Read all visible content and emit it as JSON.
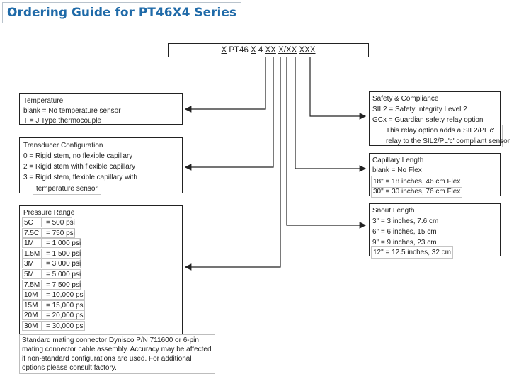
{
  "title": "Ordering Guide for PT46X4 Series",
  "code": {
    "parts": [
      "X",
      " PT46 ",
      "X",
      " 4 ",
      "XX",
      " ",
      "X/XX",
      " ",
      "XXX"
    ]
  },
  "temperature": {
    "heading": "Temperature",
    "lines": [
      "blank = No temperature sensor",
      "T       = J Type thermocouple"
    ]
  },
  "transducer": {
    "heading": "Transducer Configuration",
    "lines": [
      "0 = Rigid stem, no flexible capillary",
      "2 = Rigid stem with flexible capillary",
      "3 = Rigid stem, flexible capillary with",
      "temperature sensor"
    ]
  },
  "pressure": {
    "heading": "Pressure Range",
    "rows": [
      {
        "code": "5C",
        "value": "= 500 psi"
      },
      {
        "code": "7.5C",
        "value": "= 750 psi"
      },
      {
        "code": "1M",
        "value": "= 1,000 psi"
      },
      {
        "code": "1.5M",
        "value": "= 1,500 psi"
      },
      {
        "code": "3M",
        "value": "= 3,000 psi"
      },
      {
        "code": "5M",
        "value": "= 5,000 psi"
      },
      {
        "code": "7.5M",
        "value": "= 7,500 psi"
      },
      {
        "code": "10M",
        "value": "= 10,000 psi"
      },
      {
        "code": "15M",
        "value": "= 15,000 psi"
      },
      {
        "code": "20M",
        "value": "= 20,000 psi"
      },
      {
        "code": "30M",
        "value": "= 30,000 psi"
      }
    ]
  },
  "note": "Standard mating connector Dynisco P/N 711600 or 6-pin mating connector cable assembly. Accuracy may be affected if non-standard configurations are used. For additional options please consult factory.",
  "safety": {
    "heading": "Safety & Compliance",
    "lines": [
      "SIL2 =  Safety Integrity Level 2",
      "GCx =  Guardian safety relay option"
    ],
    "sub_note": [
      "This relay option adds a SIL2/PL'c'",
      "relay to the SIL2/PL'c' compliant sensor"
    ]
  },
  "capillary": {
    "heading": "Capillary Length",
    "lines": [
      "blank = No Flex",
      "18\"   = 18 inches, 46 cm Flex",
      "30\"   = 30 inches, 76 cm Flex"
    ]
  },
  "snout": {
    "heading": "Snout Length",
    "lines": [
      "3\" = 3 inches, 7.6 cm",
      "6\" = 6 inches, 15 cm",
      "9\" = 9 inches, 23 cm",
      "12\" = 12.5 inches, 32 cm"
    ]
  }
}
